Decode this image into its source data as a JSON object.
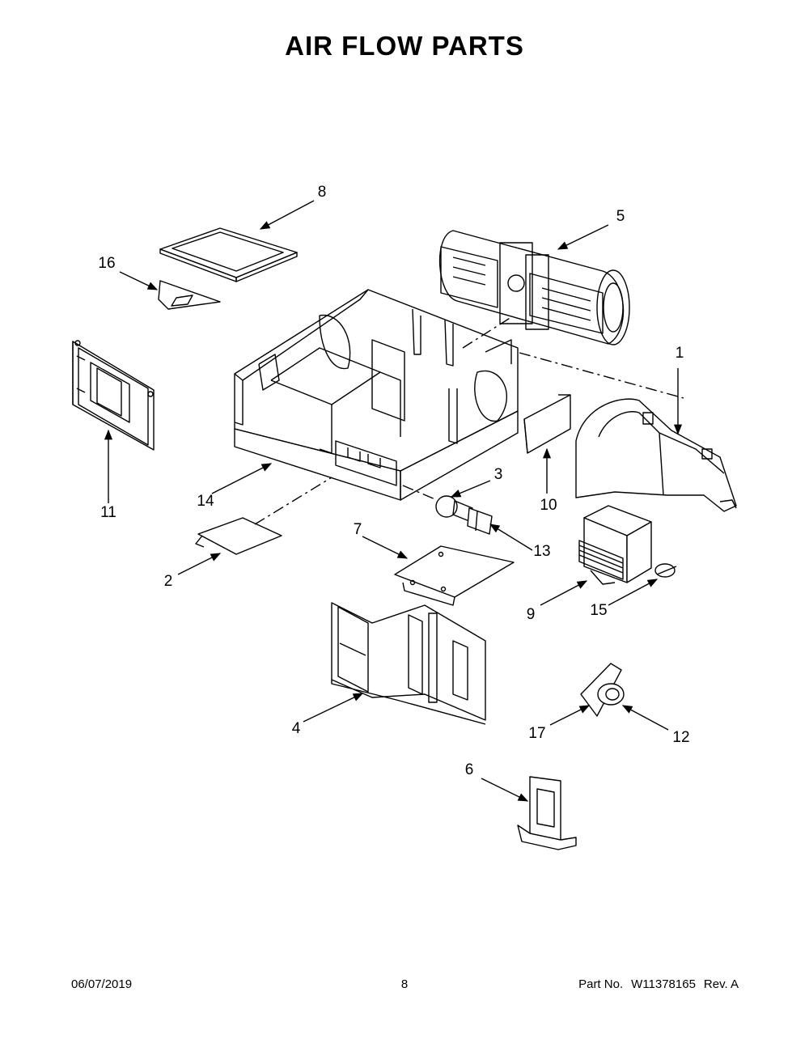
{
  "title": "AIR FLOW PARTS",
  "callouts": [
    {
      "id": "1",
      "label": "1"
    },
    {
      "id": "2",
      "label": "2"
    },
    {
      "id": "3",
      "label": "3"
    },
    {
      "id": "4",
      "label": "4"
    },
    {
      "id": "5",
      "label": "5"
    },
    {
      "id": "6",
      "label": "6"
    },
    {
      "id": "7",
      "label": "7"
    },
    {
      "id": "8",
      "label": "8"
    },
    {
      "id": "9",
      "label": "9"
    },
    {
      "id": "10",
      "label": "10"
    },
    {
      "id": "11",
      "label": "11"
    },
    {
      "id": "12",
      "label": "12"
    },
    {
      "id": "13",
      "label": "13"
    },
    {
      "id": "14",
      "label": "14"
    },
    {
      "id": "15",
      "label": "15"
    },
    {
      "id": "16",
      "label": "16"
    },
    {
      "id": "17",
      "label": "17"
    }
  ],
  "footer": {
    "date": "06/07/2019",
    "page": "8",
    "part_label": "Part No.",
    "part_number": "W11378165",
    "revision": "Rev. A"
  }
}
